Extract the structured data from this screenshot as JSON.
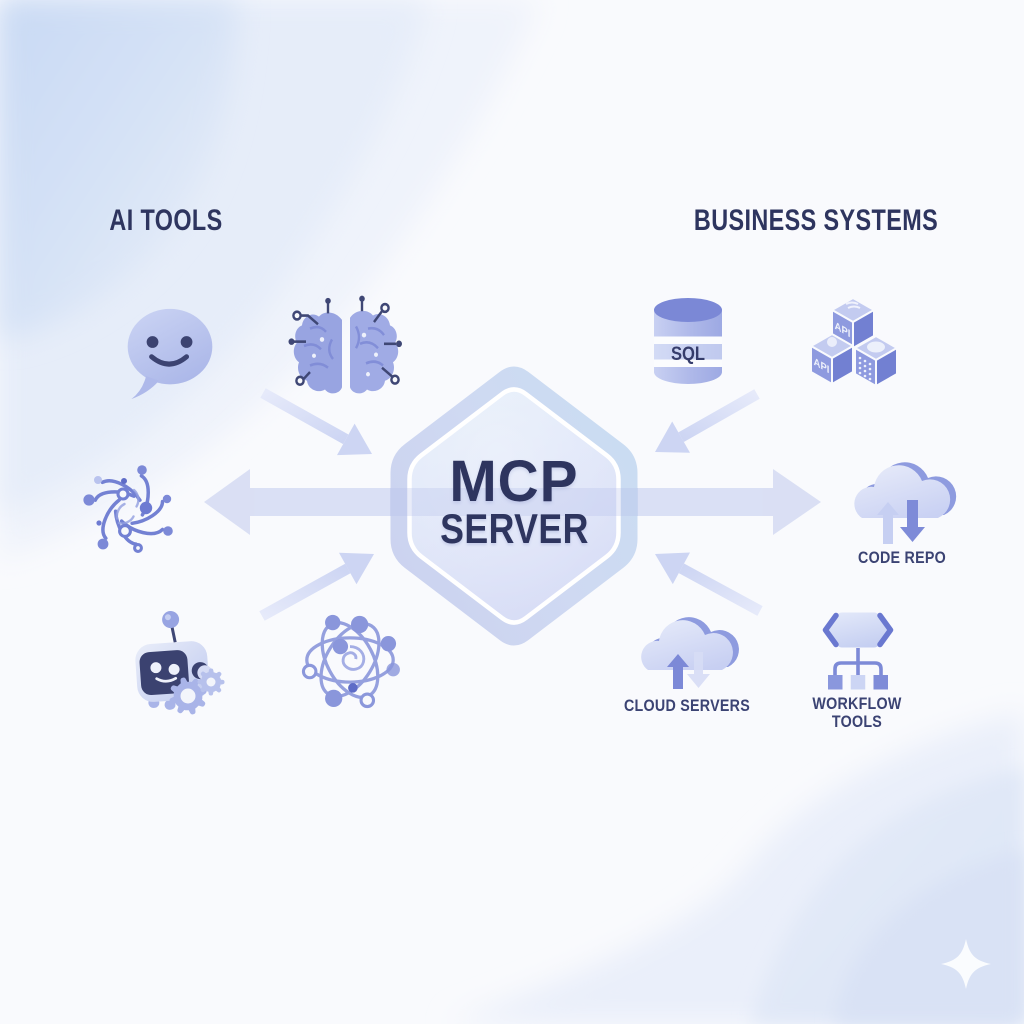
{
  "headers": {
    "left": "AI TOOLS",
    "right": "BUSINESS SYSTEMS"
  },
  "hexagon": {
    "title_line1": "MCP",
    "title_line2": "SERVER"
  },
  "icons": {
    "sql_label": "SQL",
    "api_label_top": "API",
    "api_label_left": "API"
  },
  "labels": {
    "code_repo": "CODE REPO",
    "cloud_servers": "CLOUD SERVERS",
    "workflow_line1": "WORKFLOW",
    "workflow_line2": "TOOLS"
  },
  "colors": {
    "background": "#f9fafd",
    "navy_text": "#2e355f",
    "label_navy": "#3b4373",
    "periwinkle": "#8d99dc",
    "periwinkle_dark": "#7280d2",
    "lavender_light": "#d2d9f4",
    "hexagon_fill_top": "#e2ecfa",
    "hexagon_fill_bottom": "#d6dbf5",
    "blob_blue": "#cbdcf5"
  }
}
